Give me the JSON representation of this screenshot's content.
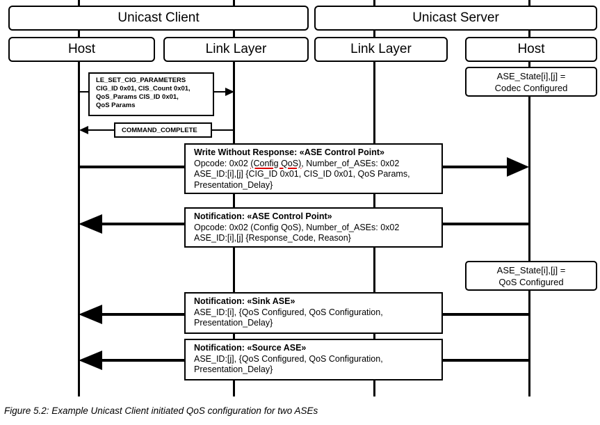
{
  "headers": {
    "client": "Unicast Client",
    "server": "Unicast Server",
    "client_host": "Host",
    "client_link_layer": "Link Layer",
    "server_link_layer": "Link Layer",
    "server_host": "Host"
  },
  "hci": {
    "set_cig": [
      "LE_SET_CIG_PARAMETERS",
      "CIG_ID 0x01, CIS_Count 0x01,",
      "QoS_Params CIS_ID 0x01,",
      "QoS Params"
    ],
    "command_complete": "COMMAND_COMPLETE"
  },
  "states": {
    "codec": [
      "ASE_State[i],[j] =",
      "Codec Configured"
    ],
    "qos": [
      "ASE_State[i],[j] =",
      "QoS Configured"
    ]
  },
  "messages": {
    "write": {
      "title": "Write Without Response: «ASE Control Point»",
      "line1_a": "Opcode: 0x02 ",
      "line1_b": "(Config QoS)",
      "line1_c": ", Number_of_ASEs: 0x02",
      "line2": "ASE_ID:[i],[j] {CIG_ID 0x01, CIS_ID 0x01, QoS Params,",
      "line3": "Presentation_Delay}"
    },
    "notify_cp": {
      "title": "Notification: «ASE Control Point»",
      "line1": "Opcode: 0x02 (Config QoS), Number_of_ASEs: 0x02",
      "line2": "ASE_ID:[i],[j] {Response_Code, Reason}"
    },
    "notify_sink": {
      "title": "Notification: «Sink ASE»",
      "line1": "ASE_ID:[i], {QoS Configured, QoS Configuration,",
      "line2": "Presentation_Delay}"
    },
    "notify_source": {
      "title": "Notification: «Source ASE»",
      "line1": "ASE_ID:[j], {QoS Configured, QoS Configuration,",
      "line2": "Presentation_Delay}"
    }
  },
  "caption": "Figure 5.2: Example Unicast Client initiated QoS configuration for two ASEs"
}
